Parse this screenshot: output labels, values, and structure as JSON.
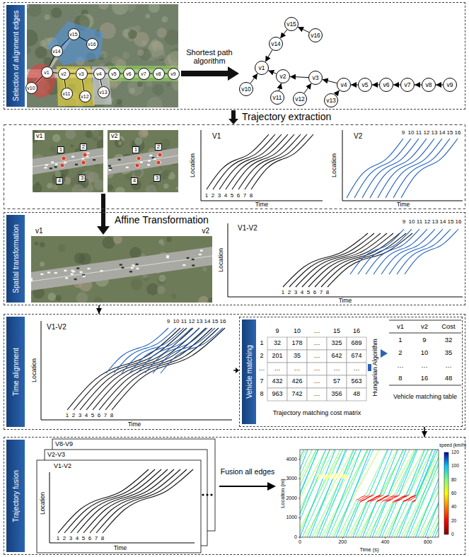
{
  "diagram": {
    "nodes": [
      {
        "text": [
          "Selection of alignment edges"
        ]
      },
      {
        "text": [
          "v1"
        ],
        "in": 0
      },
      {
        "text": [
          "v2"
        ],
        "in": 0
      },
      {
        "text": [
          "v3"
        ],
        "in": 0
      },
      {
        "text": [
          "v4"
        ],
        "in": 0
      },
      {
        "text": [
          "v5"
        ],
        "in": 0
      },
      {
        "text": [
          "v6"
        ],
        "in": 0
      },
      {
        "text": [
          "v7"
        ],
        "in": 0
      },
      {
        "text": [
          "v8"
        ],
        "in": 0
      },
      {
        "text": [
          "v9"
        ],
        "in": 0
      },
      {
        "text": [
          "v10"
        ],
        "in": 0
      },
      {
        "text": [
          "v11"
        ],
        "in": 0
      },
      {
        "text": [
          "v12"
        ],
        "in": 0
      },
      {
        "text": [
          "v13"
        ],
        "in": 0
      },
      {
        "text": [
          "v14"
        ],
        "in": 0
      },
      {
        "text": [
          "v15"
        ],
        "in": 0
      },
      {
        "text": [
          "v16"
        ],
        "in": 0
      },
      {
        "text": [
          "v1"
        ],
        "in": 0
      },
      {
        "text": [
          "v2"
        ],
        "in": 0
      },
      {
        "text": [
          "v3"
        ],
        "in": 0
      },
      {
        "text": [
          "v4"
        ],
        "in": 0
      },
      {
        "text": [
          "v5"
        ],
        "in": 0
      },
      {
        "text": [
          "v6"
        ],
        "in": 0
      },
      {
        "text": [
          "v7"
        ],
        "in": 0
      },
      {
        "text": [
          "v8"
        ],
        "in": 0
      },
      {
        "text": [
          "v9"
        ],
        "in": 0
      },
      {
        "text": [
          "v10"
        ],
        "in": 0
      },
      {
        "text": [
          "v11"
        ],
        "in": 0
      },
      {
        "text": [
          "v12"
        ],
        "in": 0
      },
      {
        "text": [
          "v13"
        ],
        "in": 0
      },
      {
        "text": [
          "v14"
        ],
        "in": 0
      },
      {
        "text": [
          "v15"
        ],
        "in": 0
      },
      {
        "text": [
          "v16"
        ],
        "in": 0
      },
      {
        "text": [
          "Spatial transformation"
        ]
      },
      {
        "text": [
          "Time alignment"
        ]
      },
      {
        "text": [
          "Vehicle matching"
        ],
        "in": 34
      },
      {
        "text": [
          "Trajectory fusion"
        ]
      }
    ],
    "edges": [
      {
        "from": 16,
        "to": 15,
        "arrow": "none"
      },
      {
        "from": 15,
        "to": 14,
        "arrow": "none"
      },
      {
        "from": 14,
        "to": 1,
        "arrow": "none"
      },
      {
        "from": 10,
        "to": 1,
        "arrow": "none"
      },
      {
        "from": 2,
        "to": 1,
        "arrow": "none"
      },
      {
        "from": 11,
        "to": 2,
        "arrow": "none"
      },
      {
        "from": 3,
        "to": 2,
        "arrow": "none"
      },
      {
        "from": 12,
        "to": 3,
        "arrow": "none"
      },
      {
        "from": 4,
        "to": 3,
        "arrow": "none"
      },
      {
        "from": 13,
        "to": 4,
        "arrow": "none"
      },
      {
        "from": 5,
        "to": 4,
        "arrow": "none"
      },
      {
        "from": 6,
        "to": 5,
        "arrow": "none"
      },
      {
        "from": 7,
        "to": 6,
        "arrow": "none"
      },
      {
        "from": 8,
        "to": 7,
        "arrow": "none"
      },
      {
        "from": 9,
        "to": 8,
        "arrow": "none"
      },
      {
        "from": 32,
        "to": 31,
        "arrow": "to"
      },
      {
        "from": 31,
        "to": 30,
        "arrow": "to"
      },
      {
        "from": 30,
        "to": 17,
        "arrow": "to"
      },
      {
        "from": 26,
        "to": 17,
        "arrow": "to"
      },
      {
        "from": 18,
        "to": 17,
        "arrow": "to"
      },
      {
        "from": 27,
        "to": 18,
        "arrow": "to"
      },
      {
        "from": 19,
        "to": 18,
        "arrow": "to"
      },
      {
        "from": 28,
        "to": 19,
        "arrow": "to"
      },
      {
        "from": 20,
        "to": 19,
        "arrow": "to"
      },
      {
        "from": 29,
        "to": 20,
        "arrow": "to"
      },
      {
        "from": 21,
        "to": 20,
        "arrow": "to"
      },
      {
        "from": 22,
        "to": 21,
        "arrow": "to"
      },
      {
        "from": 23,
        "to": 22,
        "arrow": "to"
      },
      {
        "from": 24,
        "to": 23,
        "arrow": "to"
      },
      {
        "from": 25,
        "to": 24,
        "arrow": "to"
      },
      {
        "from": 33,
        "to": 34,
        "arrow": "to"
      },
      {
        "from": 35,
        "to": 36,
        "arrow": "to"
      }
    ],
    "labels": [
      "Shortest path algorithm",
      "Trajectory extraction",
      "v1",
      "1",
      "2",
      "4",
      "3",
      "v2",
      "1",
      "2",
      "4",
      "3",
      "V1",
      "Location",
      "Time",
      "1",
      "2",
      "3",
      "4",
      "5",
      "6",
      "7",
      "8",
      "V2",
      "Location",
      "Time",
      "9",
      "10",
      "11",
      "12",
      "13",
      "14",
      "15",
      "16",
      "Affine Transformation",
      "v1",
      "v2",
      "V1-V2",
      "Location",
      "Time",
      "1",
      "2",
      "3",
      "4",
      "5",
      "6",
      "7",
      "8",
      "9",
      "10",
      "11",
      "12",
      "13",
      "14",
      "15",
      "16",
      "V1-V2",
      "Location",
      "Time",
      "1",
      "2",
      "3",
      "4",
      "5",
      "6",
      "7",
      "8",
      "9",
      "10",
      "11",
      "12",
      "13",
      "14",
      "15",
      "16",
      "9",
      "10",
      "…",
      "15",
      "16",
      "1",
      "32",
      "178",
      "…",
      "325",
      "689",
      "2",
      "201",
      "35",
      "…",
      "642",
      "674",
      "…",
      "…",
      "…",
      "…",
      "…",
      "…",
      "7",
      "432",
      "426",
      "…",
      "57",
      "563",
      "8",
      "963",
      "742",
      "…",
      "356",
      "48",
      "Trajectory matching cost matrix",
      "Hungarian Algorithm",
      "v1",
      "v2",
      "Cost",
      "1",
      "9",
      "32",
      "2",
      "10",
      "35",
      "…",
      "…",
      "…",
      "8",
      "16",
      "48",
      "Vehicle matching table",
      "V8-V9",
      "V2-V3",
      "V1-V2",
      "Location",
      "Time",
      "1",
      "2",
      "3",
      "4",
      "5",
      "6",
      "7",
      "8",
      "Fusion all edges",
      "speed (km/h)",
      "120",
      "100",
      "80",
      "60",
      "40",
      "20",
      "0",
      "0",
      "1000",
      "2000",
      "3000",
      "4000",
      "Location (m)",
      "0",
      "200",
      "400",
      "600",
      "Time (s)"
    ]
  }
}
